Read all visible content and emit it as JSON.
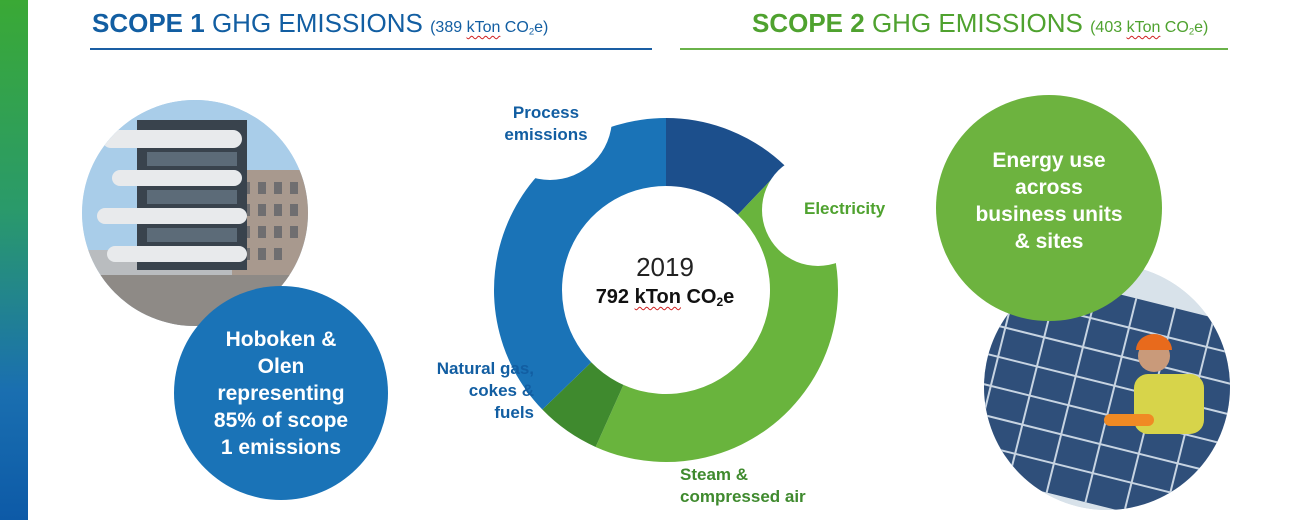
{
  "header": {
    "scope1": {
      "bold": "SCOPE 1",
      "rest": " GHG EMISSIONS ",
      "paren_open": "(389 ",
      "unit_a": "kTon",
      "unit_b": " CO",
      "sub": "2",
      "unit_c": "e)"
    },
    "scope2": {
      "bold": "SCOPE 2",
      "rest": " GHG EMISSIONS ",
      "paren_open": "(403 ",
      "unit_a": "kTon",
      "unit_b": " CO",
      "sub": "2",
      "unit_c": "e)"
    }
  },
  "left_circle_text": "Hoboken & Olen representing 85% of scope 1 emissions",
  "right_circle_text": "Energy use across business units & sites",
  "chart_data": {
    "type": "pie",
    "center_year": "2019",
    "center_total": {
      "prefix": "792 ",
      "unit_a": "kTon",
      "unit_b": " CO",
      "sub": "2",
      "unit_c": "e"
    },
    "slices": [
      {
        "label_lines": [
          "Process",
          "emissions"
        ],
        "value": 28,
        "color": "#1c4f8c"
      },
      {
        "label_lines": [
          "Electricity"
        ],
        "value": 103,
        "color": "#69b43d"
      },
      {
        "label_lines": [
          "Steam &",
          "compressed air"
        ],
        "value": 14,
        "color": "#3f8a2e"
      },
      {
        "label_lines": [
          "Natural gas,",
          "cokes &",
          "fuels"
        ],
        "value": 86,
        "color": "#1a73b7"
      }
    ],
    "colors": {
      "scope1": "#125ea2",
      "scope2": "#4fa22f"
    }
  }
}
